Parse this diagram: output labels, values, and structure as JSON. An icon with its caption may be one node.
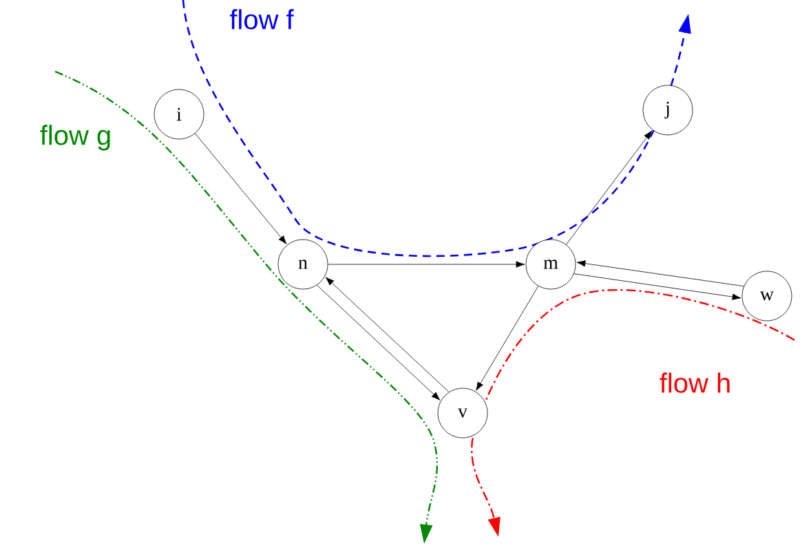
{
  "diagram": {
    "nodes": [
      {
        "text": [
          "i"
        ]
      },
      {
        "text": [
          "j"
        ]
      },
      {
        "text": [
          "n"
        ]
      },
      {
        "text": [
          "m"
        ]
      },
      {
        "text": [
          "w"
        ]
      },
      {
        "text": [
          "v"
        ]
      }
    ],
    "edges": [
      {
        "from": 0,
        "to": 2,
        "arrow": "to"
      },
      {
        "from": 2,
        "to": 3,
        "arrow": "to"
      },
      {
        "from": 3,
        "to": 1,
        "arrow": "to"
      },
      {
        "from": 3,
        "to": 4,
        "arrow": "to"
      },
      {
        "from": 4,
        "to": 3,
        "arrow": "to"
      },
      {
        "from": 3,
        "to": 5,
        "arrow": "to"
      },
      {
        "from": 2,
        "to": 5,
        "arrow": "to"
      },
      {
        "from": 5,
        "to": 2,
        "arrow": "to"
      }
    ],
    "labels": [
      "flow f",
      "flow g",
      "flow h"
    ]
  }
}
